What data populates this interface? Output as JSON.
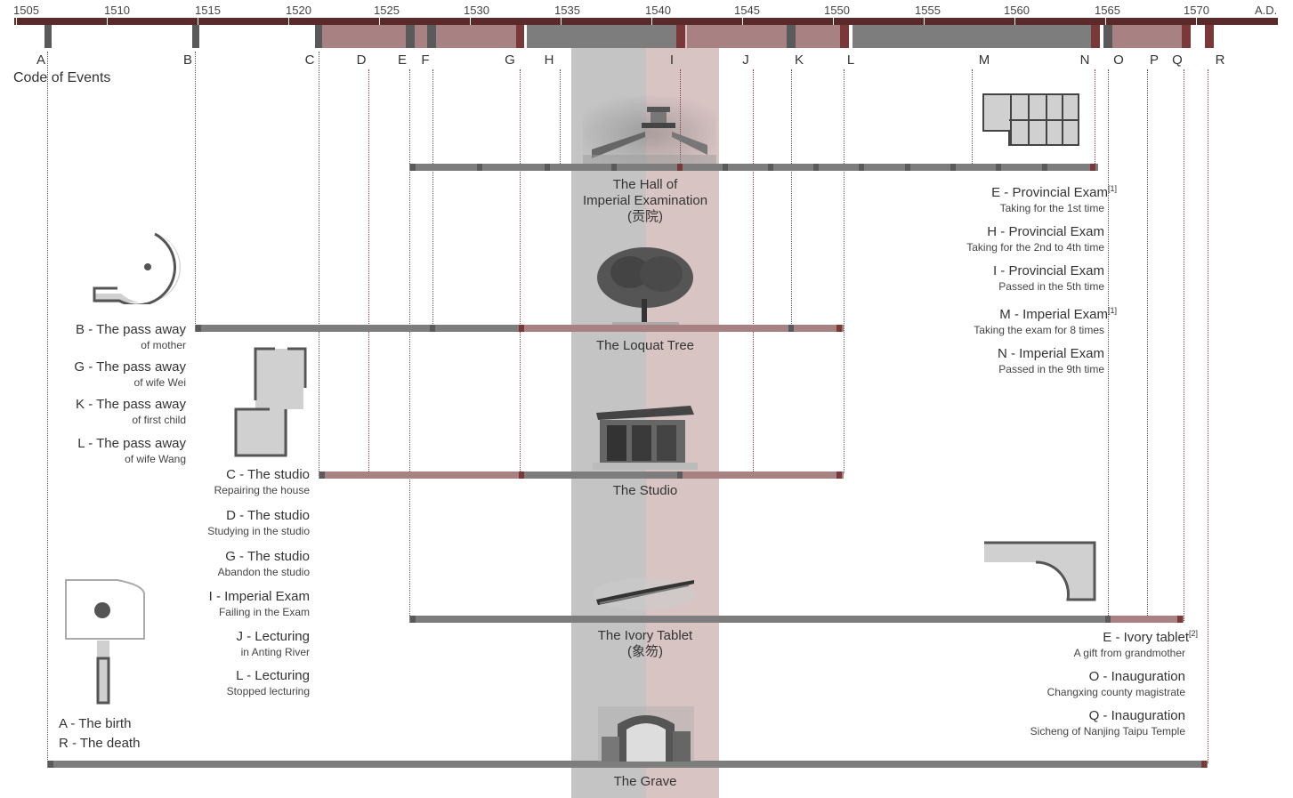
{
  "axis": {
    "years": [
      "1505",
      "1510",
      "1515",
      "1520",
      "1525",
      "1530",
      "1535",
      "1540",
      "1545",
      "1550",
      "1555",
      "1560",
      "1565",
      "1570"
    ],
    "unit": "A.D."
  },
  "codes": [
    "A",
    "B",
    "C",
    "D",
    "E",
    "F",
    "G",
    "H",
    "I",
    "J",
    "K",
    "L",
    "M",
    "N",
    "O",
    "P",
    "Q",
    "R"
  ],
  "code_title": "Code of Events",
  "left_events": [
    {
      "title": "B - The pass away",
      "sub": "of mother"
    },
    {
      "title": "G - The pass away",
      "sub": "of wife Wei"
    },
    {
      "title": "K - The pass away",
      "sub": "of first child"
    },
    {
      "title": "L - The pass away",
      "sub": "of wife Wang"
    }
  ],
  "studio_events": [
    {
      "title": "C - The studio",
      "sub": "Repairing the house"
    },
    {
      "title": "D  - The studio",
      "sub": "Studying in the studio"
    },
    {
      "title": "G - The studio",
      "sub": "Abandon the studio"
    },
    {
      "title": "I - Imperial Exam",
      "sub": "Failing in the Exam"
    },
    {
      "title": "J - Lecturing",
      "sub": "in Anting River"
    },
    {
      "title": "L - Lecturing",
      "sub": "Stopped lecturing"
    }
  ],
  "exam_events": [
    {
      "title": "E - Provincial Exam",
      "sup": "[1]",
      "sub": "Taking for the 1st time"
    },
    {
      "title": "H - Provincial Exam",
      "sup": "",
      "sub": "Taking for the 2nd to 4th time"
    },
    {
      "title": "I - Provincial Exam",
      "sup": "",
      "sub": "Passed in the 5th time"
    },
    {
      "title": "M - Imperial Exam",
      "sup": "[1]",
      "sub": "Taking the exam for 8 times"
    },
    {
      "title": "N - Imperial Exam",
      "sup": "",
      "sub": "Passed in the 9th time"
    }
  ],
  "tablet_events": [
    {
      "title": "E - Ivory tablet",
      "sup": "[2]",
      "sub": "A gift from grandmother"
    },
    {
      "title": "O - Inauguration",
      "sup": "",
      "sub": "Changxing county magistrate"
    },
    {
      "title": "Q - Inauguration",
      "sup": "",
      "sub": "Sicheng of Nanjing Taipu Temple"
    }
  ],
  "life_events": [
    "A - The birth",
    "R - The death"
  ],
  "places": {
    "hall_line1": "The Hall of",
    "hall_line2": "Imperial Examination",
    "hall_line3": "(贡院)",
    "loquat": "The Loquat Tree",
    "studio": "The Studio",
    "tablet_line1": "The Ivory Tablet",
    "tablet_line2": "(象笏)",
    "grave": "The Grave"
  },
  "colors": {
    "axis_dark": "#5a2a2a",
    "bar_gray": "#7d7d7d",
    "bar_pink": "#a88282",
    "band_gray": "#c4c4c4",
    "band_pink": "#d9c4c4"
  }
}
